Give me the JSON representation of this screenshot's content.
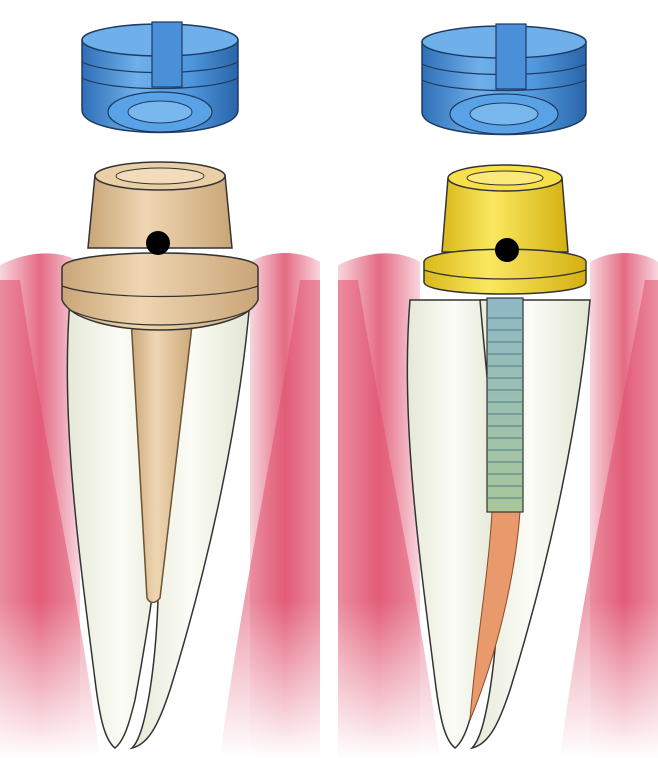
{
  "figure": {
    "panels": [
      {
        "id": "left",
        "post_type": "cast-post-core",
        "components": [
          "cap-attachment",
          "post-core",
          "root",
          "gingiva",
          "root-canal"
        ],
        "colors": {
          "cap": "#4f96dc",
          "cap_dark": "#2f6fb8",
          "core": "#e3c49a",
          "core_dark": "#c9a577",
          "root": "#f4f6ee",
          "gingiva": "#e0506e",
          "canal": "#e8a98c"
        }
      },
      {
        "id": "right",
        "post_type": "screw-post-abutment",
        "components": [
          "cap-attachment",
          "abutment",
          "threaded-post",
          "root",
          "gingiva",
          "root-filling"
        ],
        "colors": {
          "cap": "#4f96dc",
          "cap_dark": "#2f6fb8",
          "abutment": "#f2d52c",
          "abutment_dark": "#d9b91a",
          "post": "#a9c6cc",
          "post_thread": "#7fa3aa",
          "root": "#f4f6ee",
          "gingiva": "#e0506e",
          "filling": "#e89a6c"
        }
      }
    ]
  }
}
